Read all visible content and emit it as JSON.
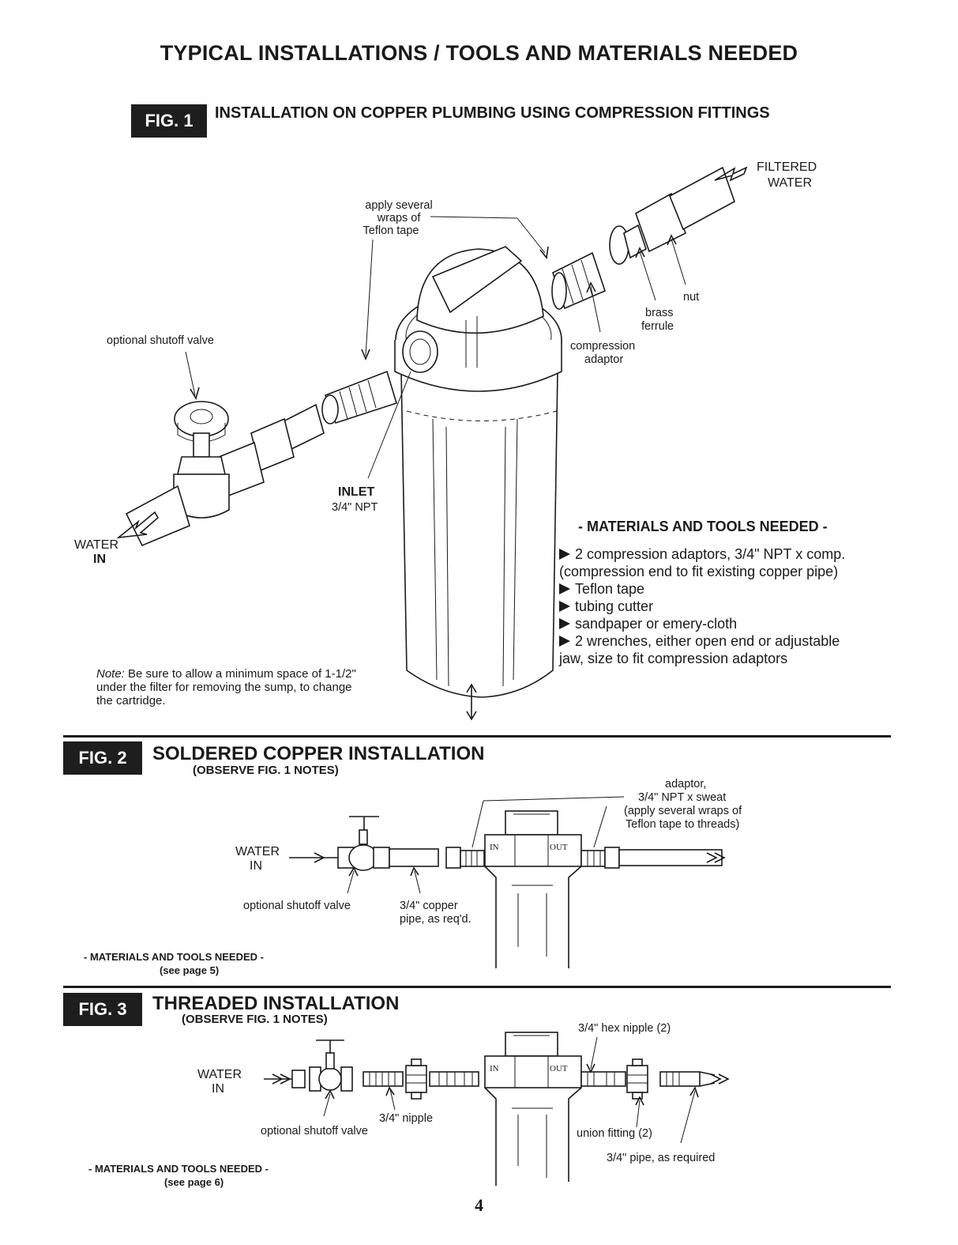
{
  "page_title": "TYPICAL INSTALLATIONS / TOOLS AND MATERIALS NEEDED",
  "fig1": {
    "badge": "FIG. 1",
    "heading": "INSTALLATION ON COPPER PLUMBING USING COMPRESSION FITTINGS",
    "labels": {
      "filtered": "FILTERED",
      "water_out": "WATER",
      "teflon_1": "apply several",
      "teflon_2": "wraps of",
      "teflon_3": "Teflon tape",
      "nut": "nut",
      "brass": "brass",
      "ferrule": "ferrule",
      "compression": "compression",
      "adaptor": "adaptor",
      "shutoff": "optional shutoff valve",
      "inlet": "INLET",
      "inlet_size": "3/4\" NPT",
      "water_in": "WATER",
      "in": "IN"
    },
    "materials_title": "- MATERIALS AND TOOLS NEEDED -",
    "materials": [
      "2 compression adaptors, 3/4\" NPT x comp.",
      "(compression end to fit existing copper pipe)",
      "Teflon tape",
      "tubing cutter",
      "sandpaper or emery-cloth",
      "2 wrenches, either open end or adjustable",
      "jaw, size to fit compression adaptors"
    ],
    "note_label": "Note:",
    "note_1": "Be sure to allow a minimum space of 1-1/2\"",
    "note_2": "under the filter for removing the sump, to change",
    "note_3": "the cartridge."
  },
  "fig2": {
    "badge": "FIG. 2",
    "heading": "SOLDERED COPPER INSTALLATION",
    "sub": "(OBSERVE FIG. 1 NOTES)",
    "labels": {
      "adaptor_1": "adaptor,",
      "adaptor_2": "3/4\" NPT x sweat",
      "adaptor_3": "(apply several wraps of",
      "adaptor_4": "Teflon tape to threads)",
      "water": "WATER",
      "in": "IN",
      "shutoff": "optional shutoff valve",
      "pipe_1": "3/4\" copper",
      "pipe_2": "pipe, as req'd.",
      "port_in": "IN",
      "port_out": "OUT"
    },
    "materials_title": "- MATERIALS AND TOOLS NEEDED -",
    "materials_ref": "(see page 5)"
  },
  "fig3": {
    "badge": "FIG. 3",
    "heading": "THREADED INSTALLATION",
    "sub": "(OBSERVE FIG. 1 NOTES)",
    "labels": {
      "hex_nipple": "3/4\" hex nipple (2)",
      "water": "WATER",
      "in": "IN",
      "nipple": "3/4\" nipple",
      "shutoff": "optional shutoff valve",
      "union": "union fitting (2)",
      "pipe": "3/4\" pipe, as required",
      "port_in": "IN",
      "port_out": "OUT"
    },
    "materials_title": "- MATERIALS AND TOOLS NEEDED -",
    "materials_ref": "(see page 6)"
  },
  "page_number": "4"
}
